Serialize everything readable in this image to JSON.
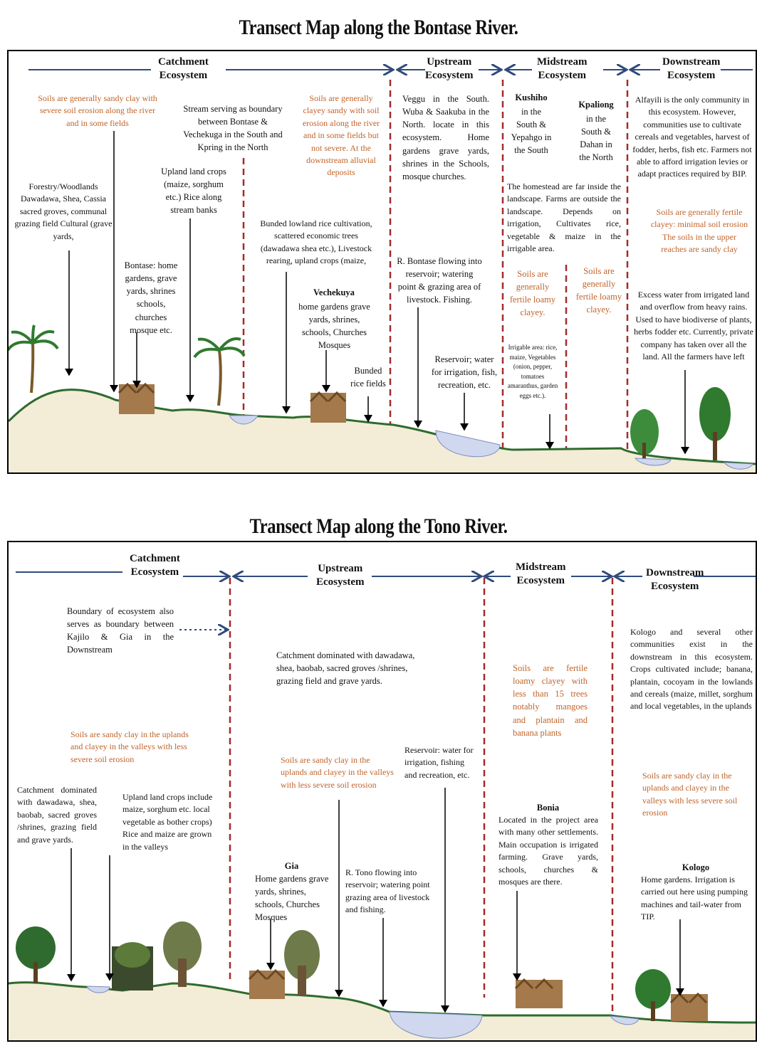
{
  "map1": {
    "title": "Transect Map along the Bontase River.",
    "zones": [
      "Catchment\nEcosystem",
      "Upstream\nEcosystem",
      "Midstream\nEcosystem",
      "Downstream\nEcosystem"
    ],
    "texts": {
      "soils_catch_a": "Soils are generally sandy clay with severe soil erosion along the river and in some fields",
      "stream_boundary": "Stream serving as boundary between Bontase & Vechekuga in the South and Kpring in the North",
      "soils_catch_b": "Soils are generally clayey sandy with soil erosion along the river and in some fields but not severe. At the downstream alluvial deposits",
      "forestry": "Forestry/Woodlands Dawadawa, Shea, Cassia sacred groves, communal grazing field Cultural (grave yards,",
      "upland": "Upland land crops (maize, sorghum etc.) Rice along stream banks",
      "bontase": "Bontase: home gardens, grave yards, shrines schools, churches mosque etc.",
      "bunded_lowland": "Bunded lowland rice cultivation, scattered economic trees (dawadawa shea etc.), Livestock rearing, upland crops (maize,",
      "vechekuya_name": "Vechekuya",
      "vechekuya_desc": "home gardens grave yards, shrines, schools, Churches Mosques",
      "bunded_rice": "Bunded rice fields",
      "veggu": "Veggu in the South. Wuba & Saakuba in the North. locate in this ecosystem. Home gardens grave yards, shrines in the Schools, mosque churches.",
      "r_bontase": "R. Bontase flowing into reservoir; watering point & grazing area of livestock. Fishing.",
      "reservoir1": "Reservoir; water for irrigation, fish, recreation, etc.",
      "kushiho_name": "Kushiho",
      "kushiho": "in the South & Yepahgo in the South",
      "kpaliong_name": "Kpaliong",
      "kpaliong": "in the South & Dahan in the North",
      "homestead": "The homestead are far inside the landscape. Farms are outside the landscape. Depends on irrigation, Cultivates rice, vegetable & maize in the irrigable area.",
      "soils_mid_a": "Soils are generally fertile loamy clayey.",
      "soils_mid_b": "Soils are generally fertile loamy clayey.",
      "irrigable": "Irrigable area: rice, maize, Vegetables (onion, pepper, tomatoes amaranthus, garden eggs etc.).",
      "alfayili": "Alfayili is the only community in this ecosystem. However, communities use to cultivate cereals and vegetables, harvest of fodder, herbs, fish etc. Farmers not able to afford irrigation levies or adapt practices required by BIP.",
      "soils_down": "Soils are generally fertile clayey: minimal soil erosion The soils in the upper reaches are sandy clay",
      "excess_water": "Excess water from irrigated land and overflow from heavy rains. Used to have biodiverse of plants, herbs fodder etc. Currently, private company has taken over all the land. All the farmers have left"
    }
  },
  "map2": {
    "title": "Transect Map along the Tono River.",
    "zones": [
      "Catchment\nEcosystem",
      "Upstream\nEcosystem",
      "Midstream\nEcosystem",
      "Downstream\nEcosystem"
    ],
    "texts": {
      "boundary": "Boundary of ecosystem also serves as boundary between Kajilo & Gia in the Downstream",
      "soils_catch": "Soils are sandy clay in the uplands and clayey in the valleys with less severe soil erosion",
      "catch_dominated": "Catchment dominated with dawadawa, shea, baobab, sacred groves /shrines, grazing field and grave yards.",
      "upland_crops": "Upland land crops include maize, sorghum etc. local vegetable as bother crops) Rice and maize are grown in the valleys",
      "up_dominated": "Catchment dominated with dawadawa, shea, baobab, sacred groves /shrines, grazing field and grave yards.",
      "soils_up": "Soils are sandy clay in the uplands and clayey in the valleys with less severe soil erosion",
      "reservoir2": "Reservoir: water for irrigation, fishing and recreation, etc.",
      "gia_name": "Gia",
      "gia": "Home gardens grave yards, shrines, schools, Churches Mosques",
      "r_tono": "R. Tono flowing into reservoir; watering point grazing area of livestock and fishing.",
      "soils_mid": "Soils are fertile loamy clayey with less than 15 trees notably mangoes and plantain and banana plants",
      "bonia_name": "Bonia",
      "bonia": "Located in the project area with many other settlements. Main occupation is irrigated farming. Grave yards, schools, churches & mosques are there.",
      "kologo_intro": "Kologo and several other communities exist in the downstream in this ecosystem. Crops cultivated include; banana, plantain, cocoyam in the lowlands and cereals (maize, millet, sorghum and local vegetables, in the uplands",
      "soils_down": "Soils are sandy clay in the uplands and clayey in the valleys with less severe soil erosion",
      "kologo_name": "Kologo",
      "kologo": "Home gardens. Irrigation is carried out here using pumping machines and tail-water from TIP."
    }
  },
  "colors": {
    "soil_text": "#c0632a",
    "zone_divider": "#a52a2a",
    "zone_arrow": "#2f4b7c",
    "water": "#cfd8ee",
    "ground": "#2e6b2e"
  }
}
